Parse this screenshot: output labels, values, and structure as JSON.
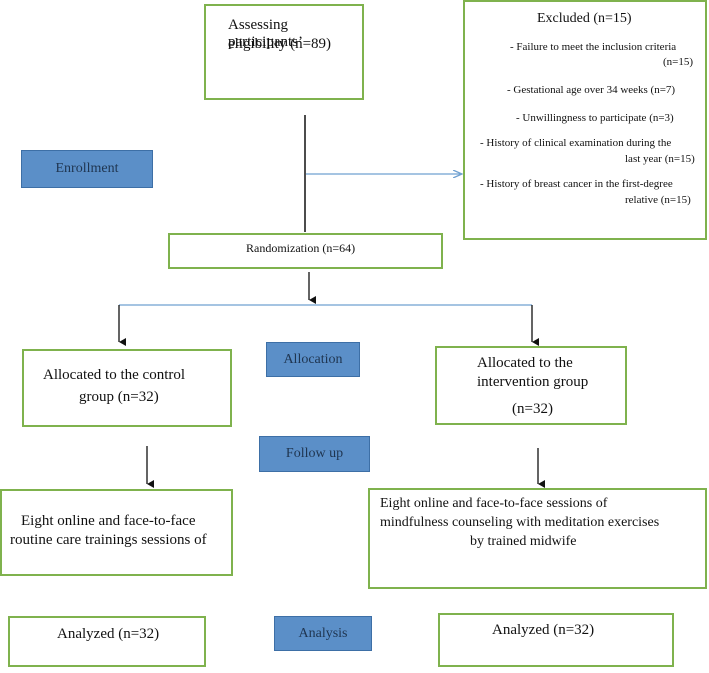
{
  "stages": {
    "enrollment": "Enrollment",
    "allocation": "Allocation",
    "follow_up": "Follow up",
    "analysis": "Analysis"
  },
  "eligibility": {
    "line1": "Assessing participants’",
    "line2": "eligibility (n=89)"
  },
  "excluded": {
    "title": "Excluded (n=15)",
    "items": [
      {
        "line1": "- Failure to meet the inclusion criteria",
        "line2": "(n=15)"
      },
      {
        "line1": "- Gestational age over 34 weeks (n=7)",
        "line2": ""
      },
      {
        "line1": "- Unwillingness to participate (n=3)",
        "line2": ""
      },
      {
        "line1": "- History of clinical examination during the",
        "line2": "last year (n=15)"
      },
      {
        "line1": "- History of breast cancer in the first-degree",
        "line2": "relative (n=15)"
      }
    ]
  },
  "randomization": "Randomization (n=64)",
  "control": {
    "line1": "Allocated to the control",
    "line2": "group (n=32)",
    "sessions_line1": "Eight online and face-to-face",
    "sessions_line2": "routine care trainings sessions of",
    "analyzed": "Analyzed (n=32)"
  },
  "intervention": {
    "line1": "Allocated to the",
    "line2": "intervention group",
    "line3": "(n=32)",
    "sessions_line1": "Eight online and face-to-face sessions of",
    "sessions_line2": "mindfulness counseling with meditation exercises",
    "sessions_line3": "by trained midwife",
    "analyzed": "Analyzed (n=32)"
  },
  "colors": {
    "box_border": "#7fb24d",
    "stage_fill": "#5b8fc8",
    "arrow_blue": "#6fa0d0",
    "arrow_black": "#111111"
  }
}
